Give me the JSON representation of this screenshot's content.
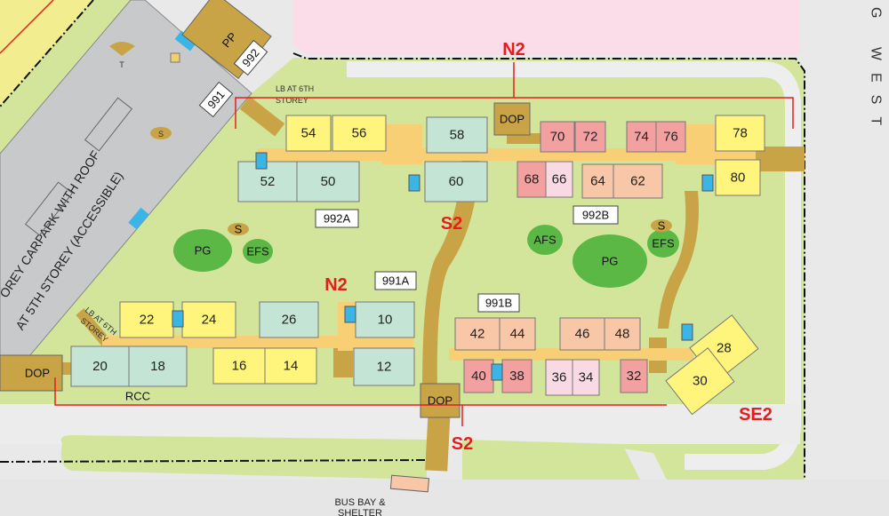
{
  "road_name": "URONG WEST",
  "carpark": {
    "line1": "OREY CARPARK WITH ROOF",
    "line2": "AT 5TH STOREY (ACCESSIBLE)"
  },
  "facility_labels": {
    "pp": "PP",
    "t": "T",
    "s": "S",
    "dop": "DOP",
    "rcc": "RCC",
    "pg": "PG",
    "efs": "EFS",
    "afs": "AFS",
    "lb_6th": "LB AT 6TH",
    "storey": "STOREY",
    "bus_bay": "BUS BAY &",
    "shelter": "SHELTER"
  },
  "block_tags": {
    "b992": "992",
    "b991": "991",
    "b992a": "992A",
    "b992b": "992B",
    "b991a": "991A",
    "b991b": "991B"
  },
  "zone_markers": {
    "n2_top": "N2",
    "s2_mid": "S2",
    "n2_left": "N2",
    "s2_bottom": "S2",
    "se2": "SE2"
  },
  "units": {
    "u54": "54",
    "u56": "56",
    "u52": "52",
    "u50": "50",
    "u58": "58",
    "u60": "60",
    "u70": "70",
    "u72": "72",
    "u74": "74",
    "u76": "76",
    "u68": "68",
    "u66": "66",
    "u64": "64",
    "u62": "62",
    "u78": "78",
    "u80": "80",
    "u22": "22",
    "u24": "24",
    "u26": "26",
    "u10": "10",
    "u20": "20",
    "u18": "18",
    "u16": "16",
    "u14": "14",
    "u12": "12",
    "u42": "42",
    "u44": "44",
    "u46": "46",
    "u48": "48",
    "u40": "40",
    "u38": "38",
    "u36": "36",
    "u34": "34",
    "u32": "32",
    "u28": "28",
    "u30": "30"
  },
  "colors": {
    "grass": "#d3e59b",
    "road": "#e8e8e8",
    "carpark": "#c8c9cb",
    "path": "#c9a447",
    "corridor": "#f8cf74",
    "yellow": "#fff47c",
    "mint": "#c4e5d5",
    "red": "#f2a1a0",
    "salmon": "#f7c7a8",
    "pink": "#f9d9e3",
    "green": "#5cb845",
    "marker": "#e41e1e"
  }
}
